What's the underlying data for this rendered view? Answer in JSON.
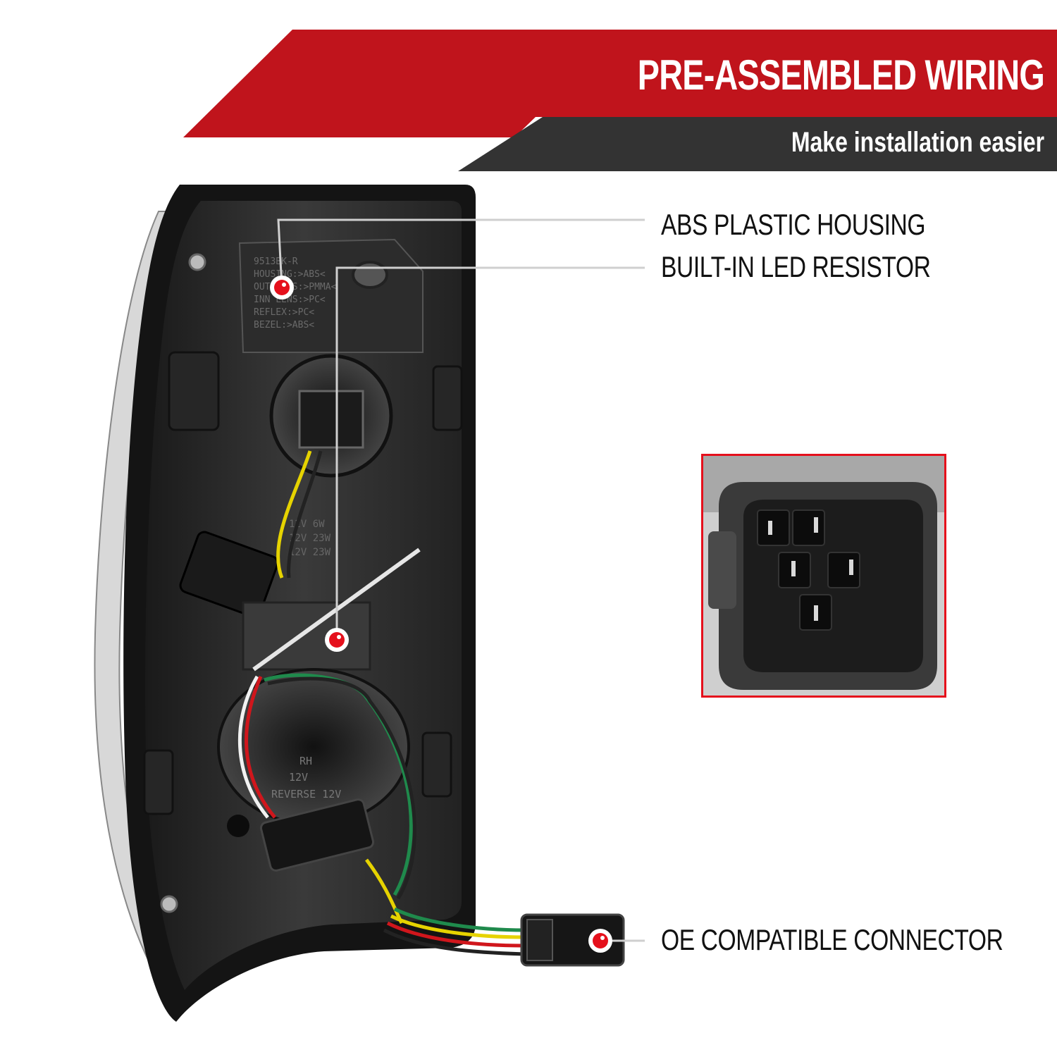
{
  "header": {
    "title": "PRE-ASSEMBLED WIRING",
    "subtitle": "Make installation easier",
    "colors": {
      "red": "#c0141c",
      "dark": "#333333"
    }
  },
  "callouts": [
    {
      "label": "ABS PLASTIC HOUSING"
    },
    {
      "label": "BUILT-IN LED RESISTOR"
    },
    {
      "label": "OE COMPATIBLE CONNECTOR"
    }
  ],
  "housing_markings": {
    "part": "9513BK-R",
    "housing": "HOUSING:>ABS<",
    "outer_lens": "OUT LENS:>PMMA<",
    "inner_lens": "INN LENS:>PC<",
    "reflex": "REFLEX:>PC<",
    "bezel": "BEZEL:>ABS<",
    "bulb1": "12V 6W",
    "bulb2": "12V 23W",
    "bulb3": "12V 23W",
    "side": "RH",
    "volt": "12V",
    "reverse": "REVERSE 12V"
  },
  "accent_dot_color": "#e5101c"
}
